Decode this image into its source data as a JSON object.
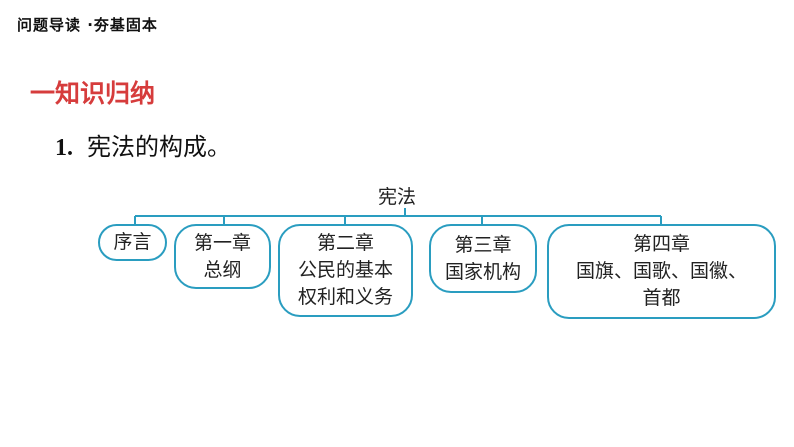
{
  "header": {
    "title": "问题导读 ·夯基固本"
  },
  "section": {
    "title": "一知识归纳"
  },
  "item": {
    "number": "1.",
    "text": "宪法的构成。"
  },
  "diagram": {
    "root": "宪法",
    "children": [
      {
        "label": "序言"
      },
      {
        "label": "第一章\n总纲"
      },
      {
        "label": "第二章\n公民的基本\n权利和义务"
      },
      {
        "label": "第三章\n国家机构"
      },
      {
        "label": "第四章\n国旗、国歌、国徽、\n首都"
      }
    ],
    "line_color": "#2a9dc0"
  }
}
